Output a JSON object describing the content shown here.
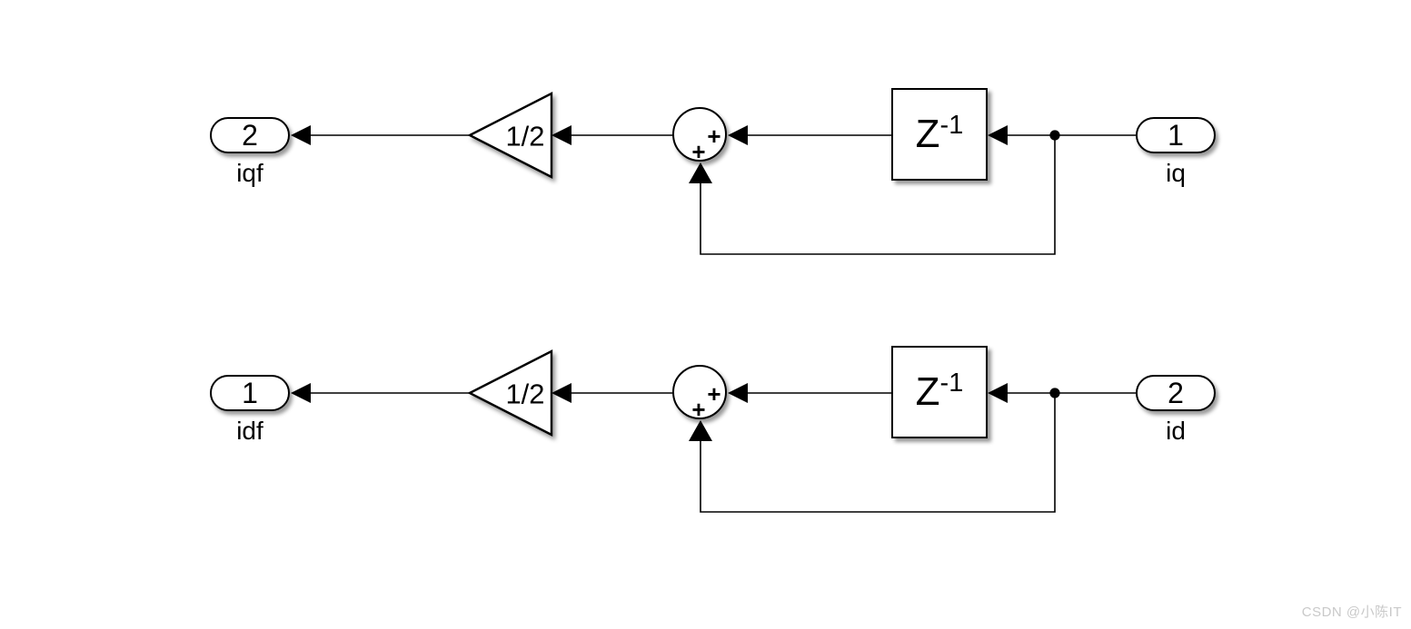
{
  "colors": {
    "background": "#ffffff",
    "line": "#000000",
    "block_fill": "#ffffff",
    "watermark": "#c9c9c9"
  },
  "watermark": "CSDN @小陈IT",
  "chains": [
    {
      "id": "q-axis-filter",
      "outport": {
        "number": "2",
        "name": "iqf"
      },
      "gain": {
        "value": "1/2"
      },
      "sum": {
        "sign_right": "+",
        "sign_bottom": "+"
      },
      "delay": {
        "base": "Z",
        "exponent": "-1"
      },
      "inport": {
        "number": "1",
        "name": "iq"
      }
    },
    {
      "id": "d-axis-filter",
      "outport": {
        "number": "1",
        "name": "idf"
      },
      "gain": {
        "value": "1/2"
      },
      "sum": {
        "sign_right": "+",
        "sign_bottom": "+"
      },
      "delay": {
        "base": "Z",
        "exponent": "-1"
      },
      "inport": {
        "number": "2",
        "name": "id"
      }
    }
  ]
}
